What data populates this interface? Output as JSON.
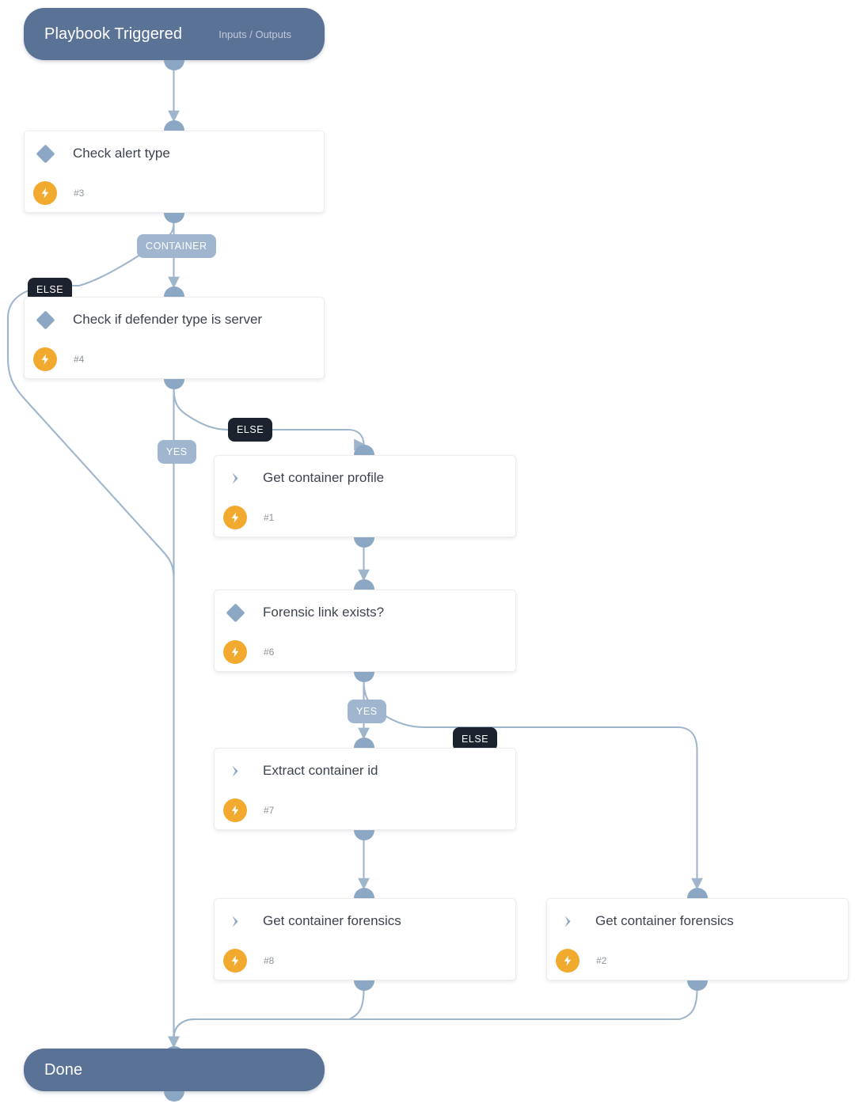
{
  "diagram": {
    "type": "playbook-flow",
    "title": "Playbook Triggered",
    "background": "#ffffff",
    "colors": {
      "terminal": "#5a7296",
      "edge": "#9fb5cc",
      "connector": "#8ca7c4",
      "badge_else": "#1c222e",
      "badge_condition": "#9fb6ce",
      "bolt": "#f1a92e",
      "decision_icon": "#8ca7c4",
      "card_text": "#3d4450",
      "card_number": "#8d929c"
    }
  },
  "start": {
    "label": "Playbook Triggered",
    "io_label": "Inputs / Outputs"
  },
  "end": {
    "label": "Done"
  },
  "nodes": [
    {
      "id": "n3",
      "label": "Check alert type",
      "number": "#3",
      "kind": "decision",
      "icon": "diamond-icon",
      "badge_icon": "bolt-icon"
    },
    {
      "id": "n4",
      "label": "Check if defender type is server",
      "number": "#4",
      "kind": "decision",
      "icon": "diamond-icon",
      "badge_icon": "bolt-icon"
    },
    {
      "id": "n1",
      "label": "Get container profile",
      "number": "#1",
      "kind": "action",
      "icon": "chevron-right-icon",
      "badge_icon": "bolt-icon"
    },
    {
      "id": "n6",
      "label": "Forensic link exists?",
      "number": "#6",
      "kind": "decision",
      "icon": "diamond-icon",
      "badge_icon": "bolt-icon"
    },
    {
      "id": "n7",
      "label": "Extract container id",
      "number": "#7",
      "kind": "action",
      "icon": "chevron-right-icon",
      "badge_icon": "bolt-icon"
    },
    {
      "id": "n8",
      "label": "Get container forensics",
      "number": "#8",
      "kind": "action",
      "icon": "chevron-right-icon",
      "badge_icon": "bolt-icon"
    },
    {
      "id": "n2",
      "label": "Get container forensics",
      "number": "#2",
      "kind": "action",
      "icon": "chevron-right-icon",
      "badge_icon": "bolt-icon"
    }
  ],
  "edge_labels": {
    "container": "CONTAINER",
    "else_1": "ELSE",
    "else_2": "ELSE",
    "else_3": "ELSE",
    "yes_1": "YES",
    "yes_2": "YES"
  }
}
